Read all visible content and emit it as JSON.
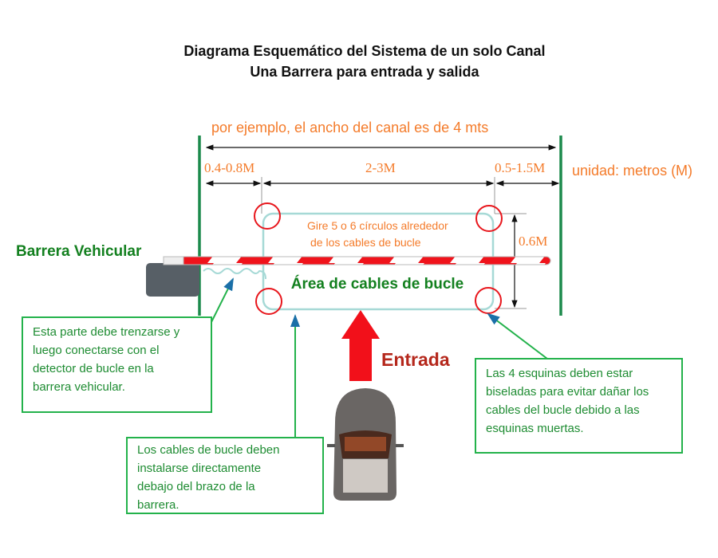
{
  "title": {
    "line1": "Diagrama Esquemático del Sistema de un solo Canal",
    "line2": "Una Barrera para entrada y salida"
  },
  "dimensions": {
    "channel_note": "por ejemplo, el ancho del canal es de 4 mts",
    "left": "0.4-0.8M",
    "middle": "2-3M",
    "right": "0.5-1.5M",
    "unit": "unidad: metros (M)",
    "loop_height": "0.6M"
  },
  "labels": {
    "barrier": "Barrera Vehicular",
    "loop_instruction_1": "Gire 5 o 6 círculos alrededor",
    "loop_instruction_2": "de los cables de bucle",
    "loop_area": "Área de cables de bucle",
    "entrance": "Entrada"
  },
  "notes": {
    "twist": [
      "Esta parte debe trenzarse y",
      "luego conectarse con el",
      "detector de bucle en la",
      "barrera vehicular."
    ],
    "under_arm": [
      "Los cables de bucle deben",
      "instalarse directamente",
      "debajo del brazo de la",
      "barrera."
    ],
    "corners": [
      "Las 4 esquinas deben estar",
      "biseladas para evitar dañar los",
      "cables del bucle debido a las",
      "esquinas muertas."
    ]
  },
  "colors": {
    "post": "#1c8a4c",
    "loop": "#a6d9d6",
    "stripe": "#f0131b",
    "arrow": "#f2101a",
    "entrance": "#b5281c"
  }
}
